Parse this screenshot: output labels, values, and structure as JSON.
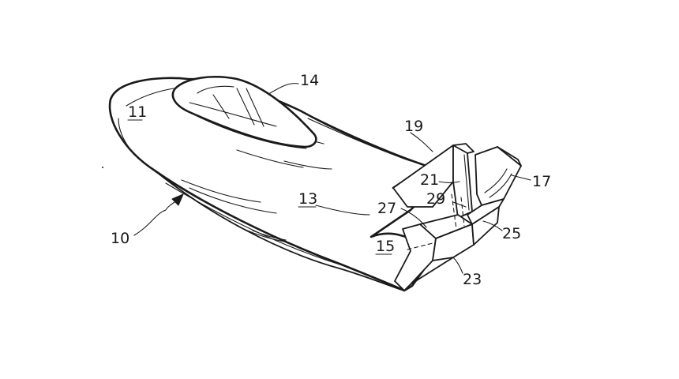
{
  "reference_numerals": {
    "body_front": "11",
    "canopy": "14",
    "upper_surface": "13",
    "aft_section": "15",
    "vehicle": "10",
    "left_fin": "19",
    "fin_strut": "21",
    "hinge_line": "29",
    "left_flap_edge": "27",
    "right_fin": "17",
    "right_joint": "25",
    "center_joint": "23"
  },
  "colors": {
    "ink": "#1a1a1a",
    "paper": "#ffffff"
  }
}
